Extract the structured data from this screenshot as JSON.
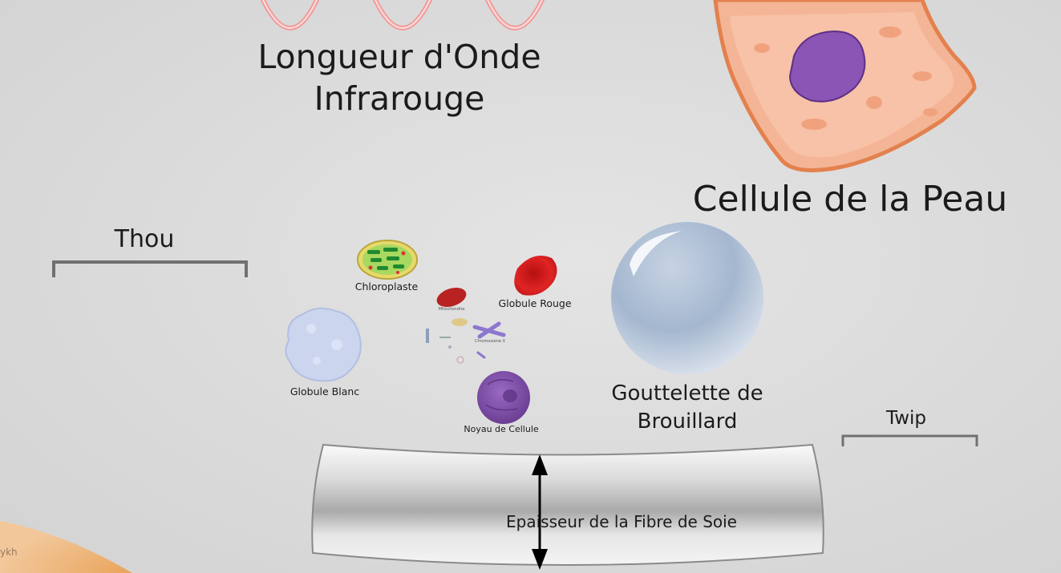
{
  "labels": {
    "infrared_line1": "Longueur d'Onde",
    "infrared_line2": "Infrarouge",
    "skin_cell": "Cellule de la Peau",
    "thou": "Thou",
    "chloroplast": "Chloroplaste",
    "red_blood_cell": "Globule Rouge",
    "white_blood_cell": "Globule Blanc",
    "cell_nucleus": "Noyau de Cellule",
    "fog_line1": "Gouttelette de",
    "fog_line2": "Brouillard",
    "twip": "Twip",
    "silk_fiber": "Epaisseur de la Fibre de Soie",
    "mitochondria": "Mitochondria",
    "chromosome": "Chromosome X"
  },
  "corner_text": "ykh",
  "colors": {
    "wave": "#f08080",
    "skin_cell_fill": "#f6b899",
    "skin_cell_edge": "#e07a46",
    "nucleus": "#7b4fa6",
    "red_blood": "#d61f1f",
    "white_blood": "#c9d3ee",
    "fog": "#a9bdd6",
    "ruler": "#707070"
  }
}
